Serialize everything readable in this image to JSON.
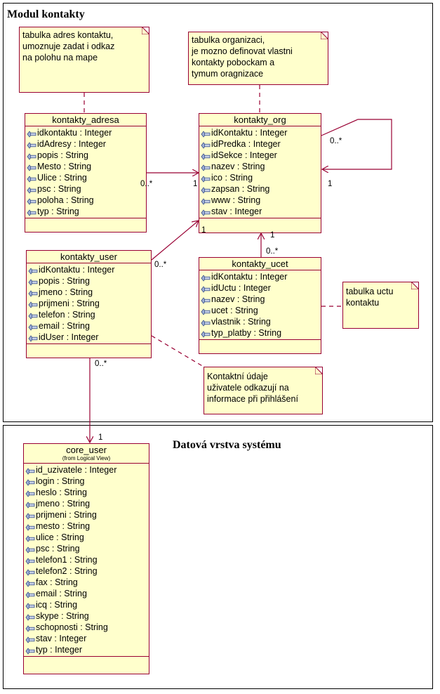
{
  "frames": {
    "top_title": "Modul kontakty",
    "bottom_title": "Datová vrstva systému"
  },
  "classes": {
    "kontakty_adresa": {
      "name": "kontakty_adresa",
      "attributes": [
        "idkontaktu : Integer",
        "idAdresy : Integer",
        "popis : String",
        "Mesto : String",
        "Ulice : String",
        "psc : String",
        "poloha : String",
        "typ : String"
      ]
    },
    "kontakty_org": {
      "name": "kontakty_org",
      "attributes": [
        "idKontaktu : Integer",
        "idPredka : Integer",
        "idSekce : Integer",
        "nazev : String",
        "ico : String",
        "zapsan : String",
        "www : String",
        "stav : Integer"
      ]
    },
    "kontakty_user": {
      "name": "kontakty_user",
      "attributes": [
        "idKontaktu : Integer",
        "popis : String",
        "jmeno : String",
        "prijmeni : String",
        "telefon : String",
        "email : String",
        "idUser : Integer"
      ]
    },
    "kontakty_ucet": {
      "name": "kontakty_ucet",
      "attributes": [
        "idKontaktu : Integer",
        "idUctu : Integer",
        "nazev : String",
        "ucet : String",
        "vlastnik : String",
        "typ_platby : String"
      ]
    },
    "core_user": {
      "name": "core_user",
      "subtitle": "(from Logical View)",
      "attributes": [
        "id_uzivatele : Integer",
        "login : String",
        "heslo : String",
        "jmeno : String",
        "prijmeni : String",
        "mesto : String",
        "ulice : String",
        "psc : String",
        "telefon1 : String",
        "telefon2 : String",
        "fax : String",
        "email : String",
        "icq : String",
        "skype : String",
        "schopnosti : String",
        "stav : Integer",
        "typ : Integer"
      ]
    }
  },
  "notes": {
    "adresa": [
      "tabulka adres kontaktu,",
      "umoznuje zadat i odkaz",
      "na polohu na mape"
    ],
    "org": [
      "tabulka organizaci,",
      "je mozno definovat vlastni",
      "kontakty pobockam a",
      "tymum oragnizace"
    ],
    "ucet": [
      "tabulka uctu",
      "kontaktu"
    ],
    "user": [
      "Kontaktní údaje",
      "uživatele odkazují na",
      "informace při přihlášení"
    ]
  },
  "multiplicities": {
    "adresa_many": "0..*",
    "adresa_org_one": "1",
    "self_many": "0..*",
    "self_one": "1",
    "user_many": "0..*",
    "user_org_one": "1",
    "ucet_org_one": "1",
    "ucet_many": "0..*",
    "user_core_many": "0..*",
    "core_one": "1"
  },
  "colors": {
    "fill": "#ffffcc",
    "border": "#990033",
    "line": "#990033"
  }
}
